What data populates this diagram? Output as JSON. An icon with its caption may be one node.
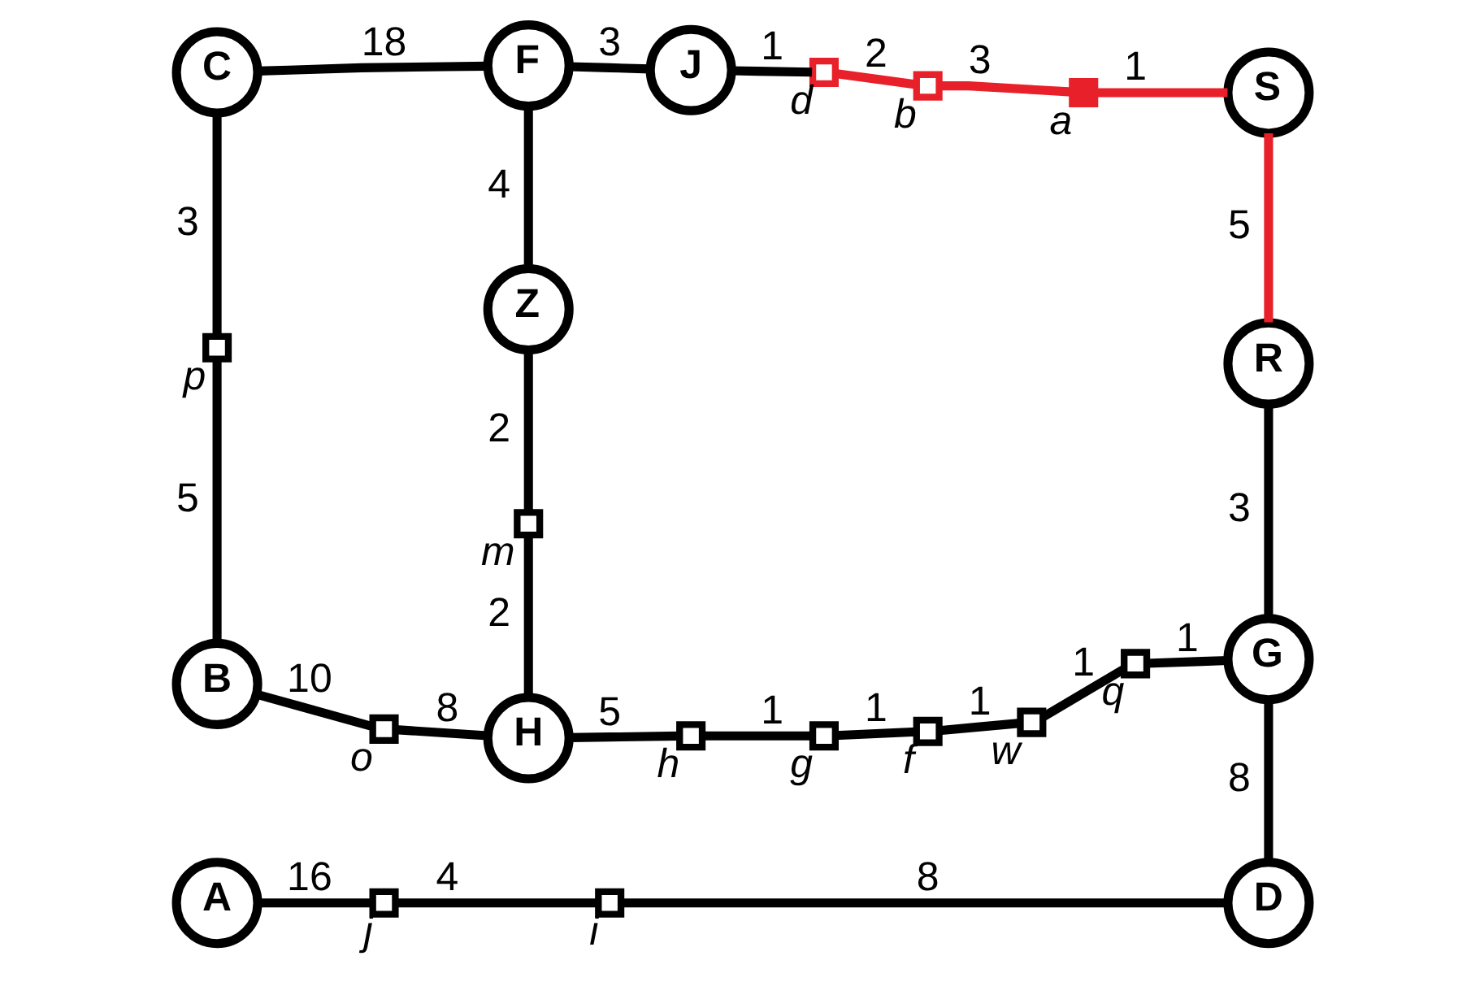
{
  "diagram": {
    "nodes": [
      {
        "text": [
          "C"
        ]
      },
      {
        "text": [
          "F"
        ]
      },
      {
        "text": [
          "J"
        ]
      },
      {
        "text": [],
        "shape": "box",
        "beside": [
          "d"
        ]
      },
      {
        "text": [],
        "shape": "box",
        "beside": [
          "b"
        ]
      },
      {
        "text": [],
        "shape": "box",
        "beside": [
          "a"
        ]
      },
      {
        "text": [
          "S"
        ]
      },
      {
        "text": [],
        "shape": "box",
        "beside": [
          "p"
        ]
      },
      {
        "text": [
          "Z"
        ]
      },
      {
        "text": [
          "R"
        ]
      },
      {
        "text": [],
        "shape": "box",
        "beside": [
          "m"
        ]
      },
      {
        "text": [
          "B"
        ]
      },
      {
        "text": [],
        "shape": "box",
        "beside": [
          "o"
        ]
      },
      {
        "text": [
          "H"
        ]
      },
      {
        "text": [],
        "shape": "box",
        "beside": [
          "h"
        ]
      },
      {
        "text": [],
        "shape": "box",
        "beside": [
          "g"
        ]
      },
      {
        "text": [],
        "shape": "box",
        "beside": [
          "f"
        ]
      },
      {
        "text": [],
        "shape": "box",
        "beside": [
          "w"
        ]
      },
      {
        "text": [],
        "shape": "box",
        "beside": [
          "q"
        ]
      },
      {
        "text": [
          "G"
        ]
      },
      {
        "text": [
          "A"
        ]
      },
      {
        "text": [],
        "shape": "box",
        "beside": [
          "j"
        ]
      },
      {
        "text": [],
        "shape": "box",
        "beside": [
          "i"
        ]
      },
      {
        "text": [
          "D"
        ]
      }
    ],
    "edges": [
      {
        "from": 0,
        "to": 1,
        "arrow": "none",
        "label": "18"
      },
      {
        "from": 1,
        "to": 2,
        "arrow": "none",
        "label": "3"
      },
      {
        "from": 2,
        "to": 3,
        "arrow": "none",
        "label": "1"
      },
      {
        "from": 3,
        "to": 4,
        "arrow": "none",
        "label": "2",
        "color": "#e8202a"
      },
      {
        "from": 4,
        "to": 5,
        "arrow": "none",
        "label": "3",
        "color": "#e8202a"
      },
      {
        "from": 5,
        "to": 6,
        "arrow": "none",
        "label": "1",
        "color": "#e8202a"
      },
      {
        "from": 0,
        "to": 7,
        "arrow": "none",
        "label": "3"
      },
      {
        "from": 7,
        "to": 11,
        "arrow": "none",
        "label": "5"
      },
      {
        "from": 1,
        "to": 8,
        "arrow": "none",
        "label": "4"
      },
      {
        "from": 8,
        "to": 10,
        "arrow": "none",
        "label": "2"
      },
      {
        "from": 10,
        "to": 13,
        "arrow": "none",
        "label": "2"
      },
      {
        "from": 6,
        "to": 9,
        "arrow": "none",
        "label": "5",
        "color": "#e8202a"
      },
      {
        "from": 9,
        "to": 19,
        "arrow": "none",
        "label": "3"
      },
      {
        "from": 11,
        "to": 12,
        "arrow": "none",
        "label": "10"
      },
      {
        "from": 12,
        "to": 13,
        "arrow": "none",
        "label": "8"
      },
      {
        "from": 13,
        "to": 14,
        "arrow": "none",
        "label": "5"
      },
      {
        "from": 14,
        "to": 15,
        "arrow": "none",
        "label": "1"
      },
      {
        "from": 15,
        "to": 16,
        "arrow": "none",
        "label": "1"
      },
      {
        "from": 16,
        "to": 17,
        "arrow": "none",
        "label": "1"
      },
      {
        "from": 17,
        "to": 18,
        "arrow": "none",
        "label": "1"
      },
      {
        "from": 18,
        "to": 19,
        "arrow": "none",
        "label": "1"
      },
      {
        "from": 19,
        "to": 23,
        "arrow": "none",
        "label": "8"
      },
      {
        "from": 20,
        "to": 21,
        "arrow": "none",
        "label": "16"
      },
      {
        "from": 21,
        "to": 22,
        "arrow": "none",
        "label": "4"
      },
      {
        "from": 22,
        "to": 23,
        "arrow": "none",
        "label": "8"
      }
    ]
  }
}
